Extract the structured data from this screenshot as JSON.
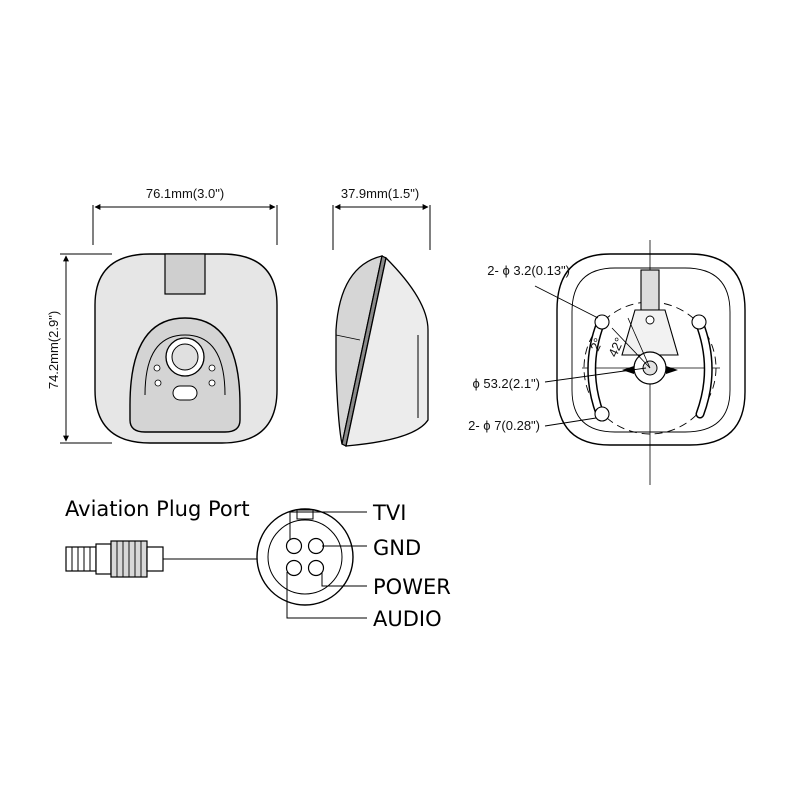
{
  "dimensions": {
    "front_width": "76.1mm(3.0\")",
    "front_height": "74.2mm(2.9\")",
    "side_depth": "37.9mm(1.5\")"
  },
  "mount_view": {
    "screw_hole": "2- ϕ 3.2(0.13\")",
    "bolt_circle": "ϕ 53.2(2.1\")",
    "mount_hole": "2- ϕ 7(0.28\")",
    "angle_small": "2°",
    "angle_large": "42°"
  },
  "aviation_plug": {
    "title": "Aviation Plug Port",
    "pins": [
      "TVI",
      "GND",
      "POWER",
      "AUDIO"
    ]
  },
  "colors": {
    "line": "#000000",
    "body_shade": "#e6e6e6",
    "dark": "#7a7a7a"
  }
}
